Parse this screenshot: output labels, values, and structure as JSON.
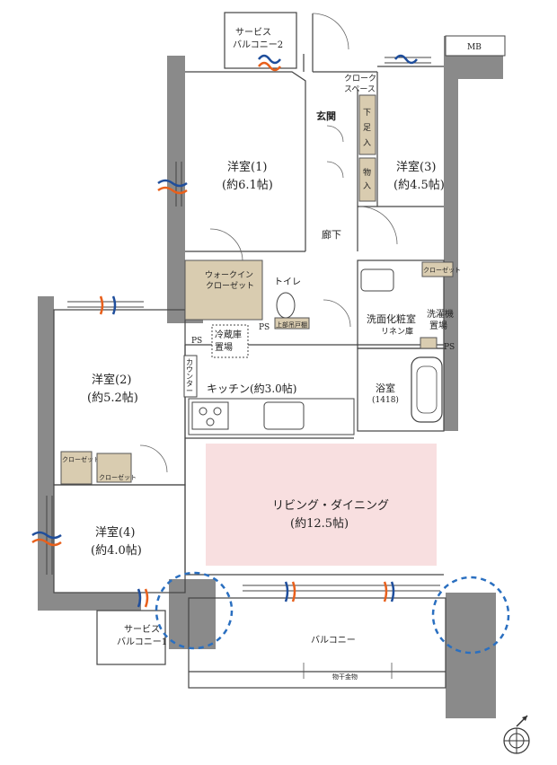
{
  "rooms": {
    "service_balcony_2": [
      "サービス",
      "バルコニー2"
    ],
    "mb": "MB",
    "cloak_space": [
      "クローク",
      "スペース"
    ],
    "entrance": "玄関",
    "shoe_storage": [
      "下",
      "足",
      "入"
    ],
    "western_room_1": {
      "name": "洋室(1)",
      "size": "(約6.1帖)"
    },
    "western_room_3": {
      "name": "洋室(3)",
      "size": "(約4.5帖)"
    },
    "storage_mono": [
      "物",
      "入"
    ],
    "corridor": "廊下",
    "walk_in_closet": [
      "ウォークイン",
      "クローゼット"
    ],
    "toilet": "トイレ",
    "closet_label": "クローゼット",
    "washroom": "洗面化粧室",
    "laundry": [
      "洗濯機",
      "置場"
    ],
    "linen": "リネン庫",
    "upper_cabinet": "上部吊戸棚",
    "ps": "PS",
    "fridge": [
      "冷蔵庫",
      "置場"
    ],
    "counter": [
      "カ",
      "ウ",
      "ン",
      "タ",
      "ー"
    ],
    "kitchen": "キッチン(約3.0帖)",
    "western_room_2": {
      "name": "洋室(2)",
      "size": "(約5.2帖)"
    },
    "bathroom": {
      "name": "浴室",
      "size": "(1418)"
    },
    "living_dining": {
      "name": "リビング・ダイニング",
      "size": "(約12.5帖)"
    },
    "western_room_4": {
      "name": "洋室(4)",
      "size": "(約4.0帖)"
    },
    "service_balcony_1": [
      "サービス",
      "バルコニー1"
    ],
    "balcony": "バルコニー",
    "laundry_pole": "物干金物"
  },
  "colors": {
    "wall": "#8a8a8a",
    "living_highlight": "#f8dfe0",
    "storage": "#d9ccb0",
    "airflow_blue": "#1f4e9c",
    "airflow_orange": "#e8601c",
    "dashed_circle": "#2a6fc0"
  },
  "icons": [
    "compass-icon",
    "airflow-icon",
    "door-swing-icon"
  ]
}
